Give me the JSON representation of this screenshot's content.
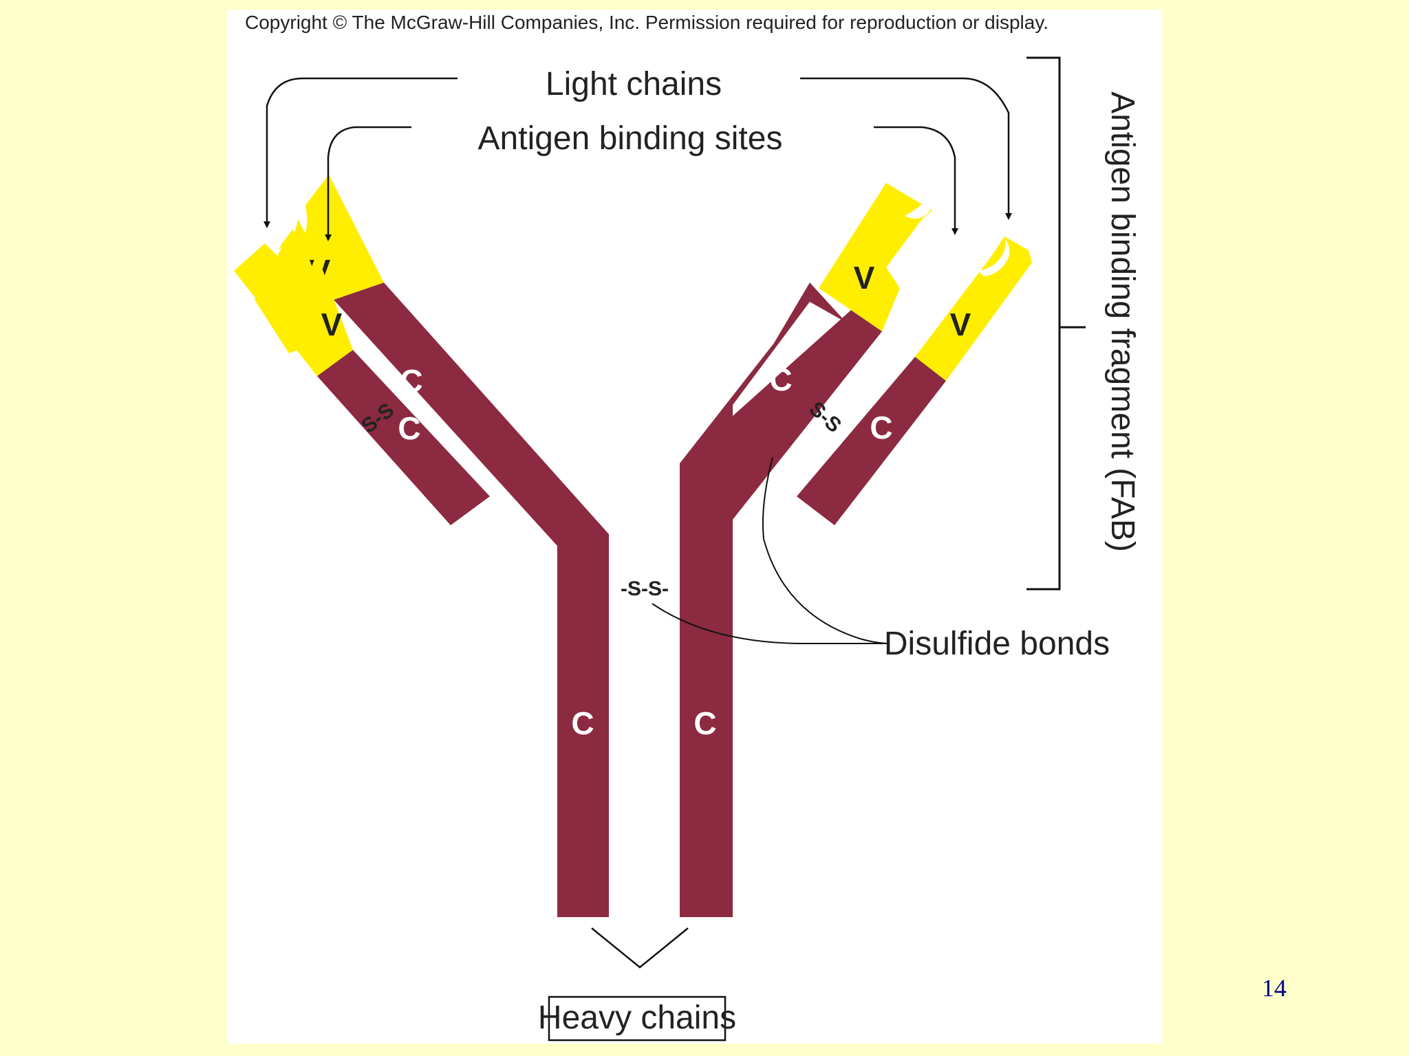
{
  "copyright": "Copyright © The McGraw-Hill Companies, Inc. Permission required for reproduction or display.",
  "labels": {
    "light_chains": "Light chains",
    "antigen_binding_sites": "Antigen binding sites",
    "fab": "Antigen binding fragment (FAB)",
    "disulfide_bonds": "Disulfide bonds",
    "heavy_chains": "Heavy chains"
  },
  "segments": {
    "variable": "V",
    "constant": "C"
  },
  "bonds": {
    "arm": "S-S",
    "hinge": "-S-S-"
  },
  "colors": {
    "variable_region": "#FFEE00",
    "constant_region": "#8B2A40",
    "background": "#FFFFCC",
    "figure_background": "#FFFFFF"
  },
  "slide_number": "14"
}
